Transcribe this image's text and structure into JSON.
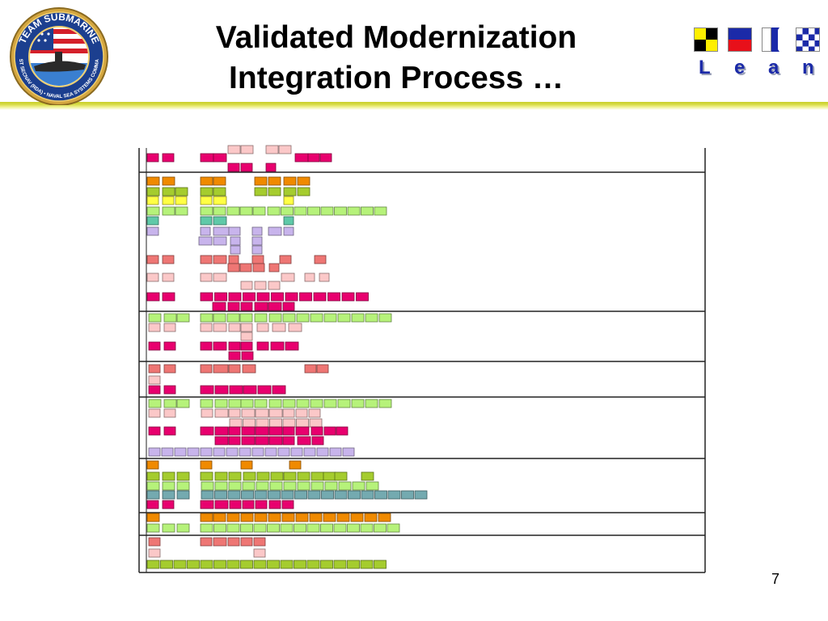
{
  "slide": {
    "title_line1": "Validated Modernization",
    "title_line2": "Integration Process …",
    "page_number": "7"
  },
  "logo_left": {
    "ring_top_text": "TEAM SUBMARINE",
    "ring_bottom_text": "ASST SECNAV (RDA) • NAVAL SEA SYSTEMS COMMAND"
  },
  "logo_right": {
    "letters": [
      "L",
      "e",
      "a",
      "n"
    ]
  },
  "colors": {
    "magenta": "#e8006e",
    "orange": "#f08a00",
    "olive": "#a5cc2e",
    "yellow": "#ffff44",
    "lightgreen": "#b6f27a",
    "teal": "#5fc9a8",
    "lavender": "#c8b4ec",
    "salmon": "#ee7674",
    "pink": "#fbc8c8",
    "steel": "#74aab0",
    "title_bar": "#c9cf2a"
  }
}
